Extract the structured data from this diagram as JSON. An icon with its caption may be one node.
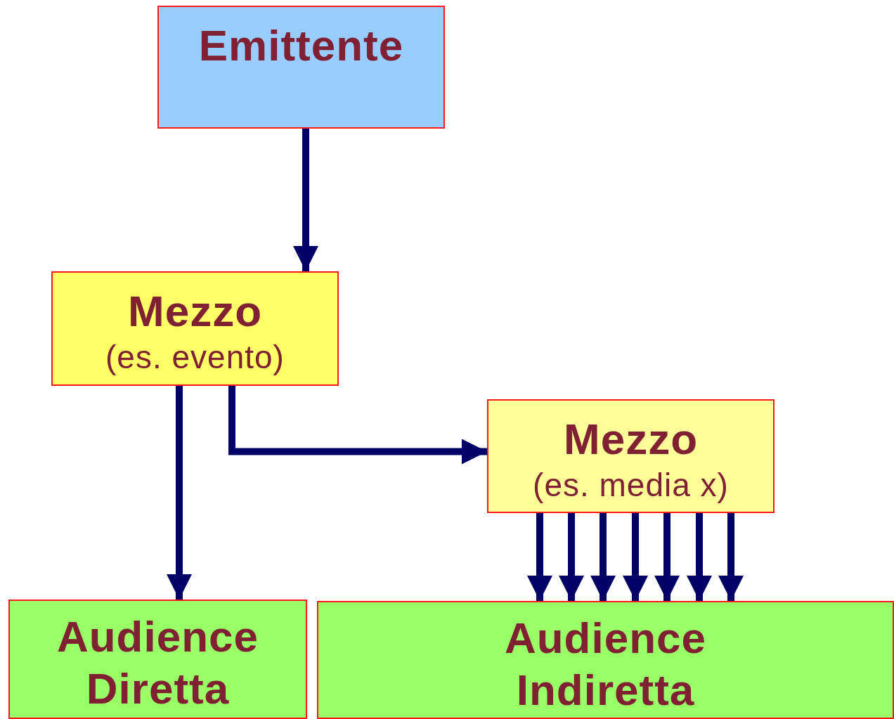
{
  "diagram": {
    "nodes": [
      {
        "text": [
          "Emittente"
        ]
      },
      {
        "text": [
          "Mezzo",
          "(es. evento)"
        ]
      },
      {
        "text": [
          "Mezzo",
          "(es. media x)"
        ]
      },
      {
        "text": [
          "Audience Diretta"
        ]
      },
      {
        "text": [
          "Audience Indiretta"
        ]
      }
    ],
    "edges": [
      {
        "from": 0,
        "to": 1,
        "arrow": "to"
      },
      {
        "from": 1,
        "to": 3,
        "arrow": "to"
      },
      {
        "from": 1,
        "to": 2,
        "arrow": "to"
      },
      {
        "from": 2,
        "to": 4,
        "arrow": "to"
      },
      {
        "from": 2,
        "to": 4,
        "arrow": "to"
      },
      {
        "from": 2,
        "to": 4,
        "arrow": "to"
      },
      {
        "from": 2,
        "to": 4,
        "arrow": "to"
      },
      {
        "from": 2,
        "to": 4,
        "arrow": "to"
      },
      {
        "from": 2,
        "to": 4,
        "arrow": "to"
      },
      {
        "from": 2,
        "to": 4,
        "arrow": "to"
      }
    ]
  }
}
